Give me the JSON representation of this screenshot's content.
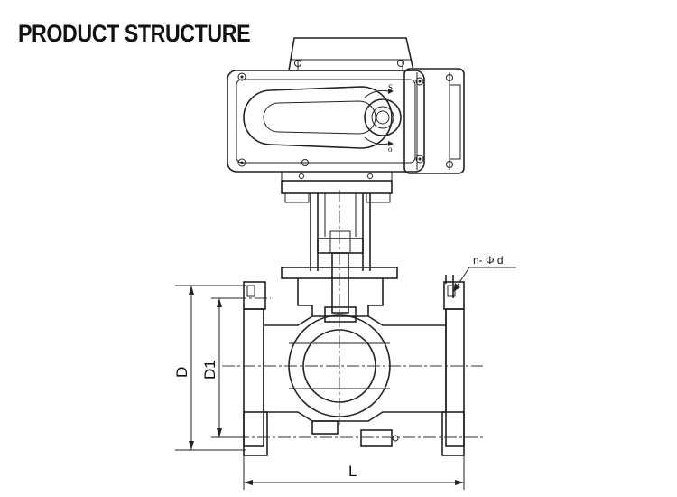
{
  "title": "PRODUCT STRUCTURE",
  "dimensions": {
    "d_outer": "D",
    "d_inner": "D1",
    "length": "L",
    "bolt_holes": "n- Φ d"
  },
  "indicator": {
    "shut": "S",
    "open": "o"
  }
}
